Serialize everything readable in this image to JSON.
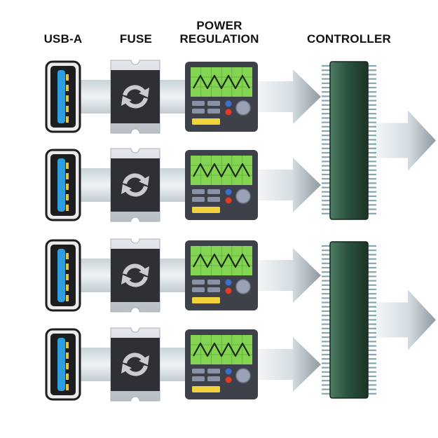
{
  "headers": {
    "usb": "USB-A",
    "fuse": "FUSE",
    "power_line1": "POWER",
    "power_line2": "REGULATION",
    "controller": "CONTROLLER"
  },
  "channels": [
    {
      "usb": "USB-A",
      "fuse": "FUSE",
      "regulator": "POWER REGULATION",
      "controller_index": 0
    },
    {
      "usb": "USB-A",
      "fuse": "FUSE",
      "regulator": "POWER REGULATION",
      "controller_index": 0
    },
    {
      "usb": "USB-A",
      "fuse": "FUSE",
      "regulator": "POWER REGULATION",
      "controller_index": 1
    },
    {
      "usb": "USB-A",
      "fuse": "FUSE",
      "regulator": "POWER REGULATION",
      "controller_index": 1
    }
  ],
  "controllers": [
    {
      "label": "CONTROLLER",
      "outputs": 1
    },
    {
      "label": "CONTROLLER",
      "outputs": 1
    }
  ],
  "icons": {
    "usb": "usb-a-port-icon",
    "fuse": "fuse-refresh-icon",
    "regulator": "oscilloscope-panel-icon",
    "controller": "ic-chip-icon",
    "flow": "arrow-right-icon"
  },
  "colors": {
    "usb_body": "#1d1d1d",
    "usb_tongue": "#2f9ee0",
    "usb_pins": "#f0c237",
    "fuse_body": "#d2d6dc",
    "fuse_core": "#2f3035",
    "regulator_body": "#3e4149",
    "regulator_screen": "#82d452",
    "regulator_button_blue": "#3c6fd0",
    "regulator_button_red": "#e43a2a",
    "regulator_bar_yellow": "#f2d23a",
    "controller_chip": "#2a4a38",
    "arrow_light": "#f3f6f7",
    "arrow_dark": "#9da7ae"
  }
}
